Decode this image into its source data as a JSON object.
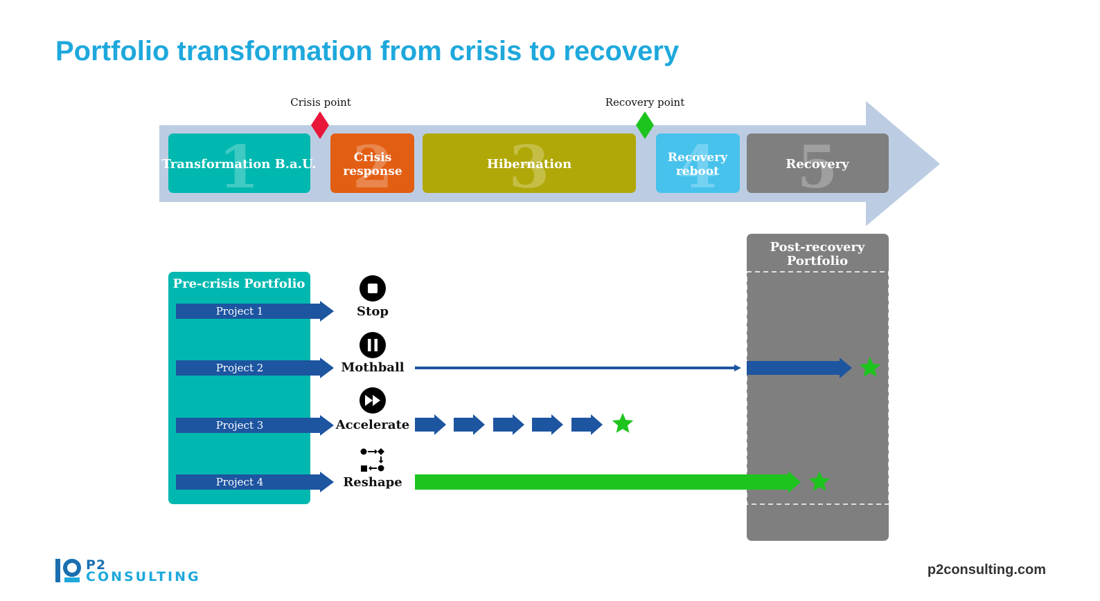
{
  "title": "Portfolio transformation from crisis to recovery",
  "markers": {
    "crisis_point": "Crisis point",
    "recovery_point": "Recovery point",
    "crisis_color": "#e8173a",
    "recovery_color": "#1ec41e"
  },
  "phases": [
    {
      "number": "1",
      "label": "Transformation B.a.U.",
      "color": "#00b8b0"
    },
    {
      "number": "2",
      "label_line1": "Crisis",
      "label_line2": "response",
      "color": "#e25e12"
    },
    {
      "number": "3",
      "label": "Hibernation",
      "color": "#b0a808"
    },
    {
      "number": "4",
      "label_line1": "Recovery",
      "label_line2": "reboot",
      "color": "#46c2ec"
    },
    {
      "number": "5",
      "label": "Recovery",
      "color": "#7f7f7f"
    }
  ],
  "pre_crisis": {
    "title": "Pre-crisis Portfolio",
    "projects": [
      "Project 1",
      "Project 2",
      "Project 3",
      "Project 4"
    ]
  },
  "post_recovery": {
    "title_line1": "Post-recovery",
    "title_line2": "Portfolio"
  },
  "actions": [
    {
      "label": "Stop",
      "icon": "stop-icon"
    },
    {
      "label": "Mothball",
      "icon": "pause-icon"
    },
    {
      "label": "Accelerate",
      "icon": "fast-forward-icon"
    },
    {
      "label": "Reshape",
      "icon": "reshape-icon"
    }
  ],
  "colors": {
    "arrow_blue": "#1d55a0",
    "timeline_band": "#bccde3",
    "success_green": "#1ec41e",
    "title_blue": "#1ea8dc"
  },
  "footer": {
    "logo_p2": "P2",
    "logo_consulting": "CONSULTING",
    "url": "p2consulting.com"
  }
}
